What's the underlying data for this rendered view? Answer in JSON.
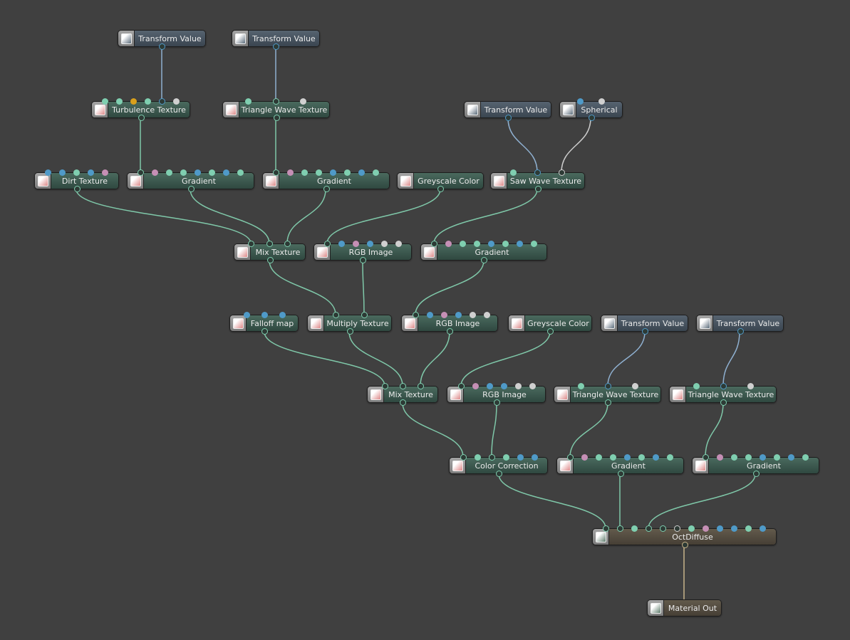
{
  "nodes": [
    {
      "label": "Transform Value"
    },
    {
      "label": "Transform Value"
    },
    {
      "label": "Turbulence Texture"
    },
    {
      "label": "Triangle Wave Texture"
    },
    {
      "label": "Transform Value"
    },
    {
      "label": "Spherical"
    },
    {
      "label": "Dirt Texture"
    },
    {
      "label": "Gradient"
    },
    {
      "label": "Gradient"
    },
    {
      "label": "Greyscale Color"
    },
    {
      "label": "Saw Wave Texture"
    },
    {
      "label": "Mix Texture"
    },
    {
      "label": "RGB Image"
    },
    {
      "label": "Gradient"
    },
    {
      "label": "Falloff map"
    },
    {
      "label": "Multiply Texture"
    },
    {
      "label": "RGB Image"
    },
    {
      "label": "Greyscale Color"
    },
    {
      "label": "Transform Value"
    },
    {
      "label": "Transform Value"
    },
    {
      "label": "Mix Texture"
    },
    {
      "label": "RGB Image"
    },
    {
      "label": "Triangle Wave Texture"
    },
    {
      "label": "Triangle Wave Texture"
    },
    {
      "label": "Color Correction"
    },
    {
      "label": "Gradient"
    },
    {
      "label": "Gradient"
    },
    {
      "label": "OctDiffuse"
    },
    {
      "label": "Material Out"
    }
  ],
  "colors": {
    "background": "#404040",
    "wire_texture": "#7fc8a9",
    "wire_transform": "#8fb0d0",
    "wire_projection": "#cccccc",
    "wire_material": "#c9b48a"
  }
}
